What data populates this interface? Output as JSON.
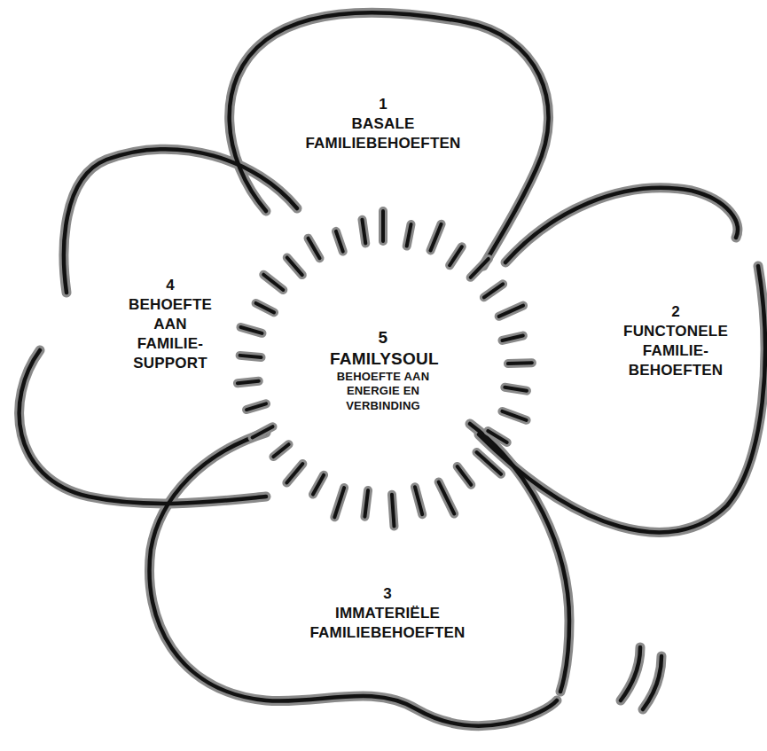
{
  "diagram": {
    "nodes": [
      {
        "text": [
          "1",
          "BASALE FAMILIEBEHOEFTEN"
        ]
      },
      {
        "text": [
          "2",
          "FUNCTONELE FAMILIE- BEHOEFTEN"
        ]
      },
      {
        "text": [
          "3",
          "IMMATERIËLE FAMILIEBEHOEFTEN"
        ]
      },
      {
        "text": [
          "4",
          "BEHOEFTE AAN FAMILIE- SUPPORT"
        ]
      },
      {
        "text": [
          "5",
          "FAMILYSOUL",
          "BEHOEFTE AAN ENERGIE EN VERBINDING"
        ]
      }
    ]
  }
}
